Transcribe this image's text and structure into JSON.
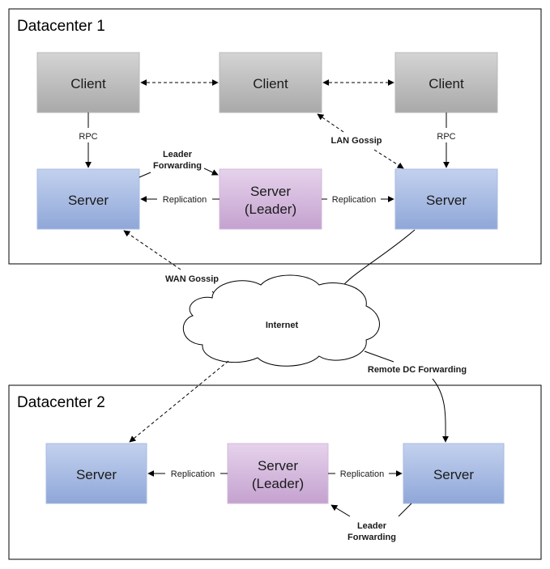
{
  "datacenter1": {
    "title": "Datacenter 1",
    "clients": [
      "Client",
      "Client",
      "Client"
    ],
    "server_left": "Server",
    "leader_line1": "Server",
    "leader_line2": "(Leader)",
    "server_right": "Server"
  },
  "datacenter2": {
    "title": "Datacenter 2",
    "server_left": "Server",
    "leader_line1": "Server",
    "leader_line2": "(Leader)",
    "server_right": "Server"
  },
  "internet": {
    "label": "Internet"
  },
  "edges": {
    "rpc": "RPC",
    "replication": "Replication",
    "lan_gossip": "LAN Gossip",
    "wan_gossip": "WAN Gossip",
    "leader_forwarding_line1": "Leader",
    "leader_forwarding_line2": "Forwarding",
    "remote_dc_forwarding": "Remote DC Forwarding"
  },
  "colors": {
    "client_fill_top": "#d4d4d4",
    "client_fill_bottom": "#a9a9a9",
    "server_fill_top": "#c3d1ee",
    "server_fill_bottom": "#8fa7d8",
    "leader_fill_top": "#e6d2ec",
    "leader_fill_bottom": "#c4a2cf"
  }
}
